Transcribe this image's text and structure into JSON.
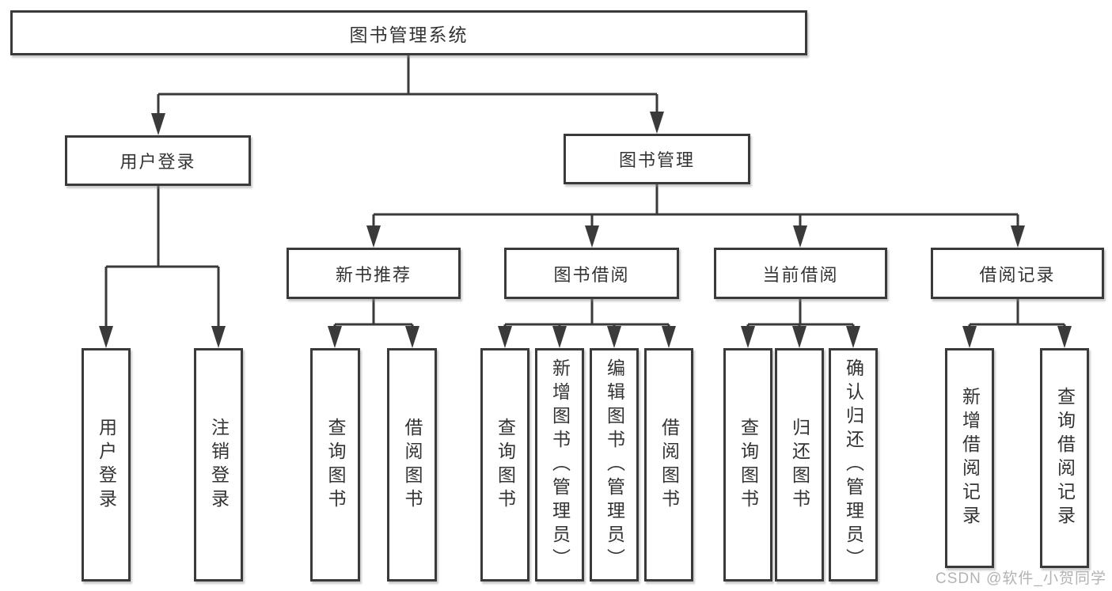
{
  "tree": {
    "root": {
      "label": "图书管理系统",
      "children": [
        {
          "label": "用户登录",
          "children": [
            {
              "label": "用户登录"
            },
            {
              "label": "注销登录"
            }
          ]
        },
        {
          "label": "图书管理",
          "children": [
            {
              "label": "新书推荐",
              "children": [
                {
                  "label": "查询图书"
                },
                {
                  "label": "借阅图书"
                }
              ]
            },
            {
              "label": "图书借阅",
              "children": [
                {
                  "label": "查询图书"
                },
                {
                  "label": "新增图书（管理员）"
                },
                {
                  "label": "编辑图书（管理员）"
                },
                {
                  "label": "借阅图书"
                }
              ]
            },
            {
              "label": "当前借阅",
              "children": [
                {
                  "label": "查询图书"
                },
                {
                  "label": "归还图书"
                },
                {
                  "label": "确认归还（管理员）"
                }
              ]
            },
            {
              "label": "借阅记录",
              "children": [
                {
                  "label": "新增借阅记录"
                },
                {
                  "label": "查询借阅记录"
                }
              ]
            }
          ]
        }
      ]
    }
  },
  "watermark": {
    "text": "CSDN @软件_小贺同学"
  },
  "colors": {
    "line": "#3a3a3a",
    "text": "#333333",
    "background": "#ffffff",
    "watermark": "#b3b3b3"
  }
}
